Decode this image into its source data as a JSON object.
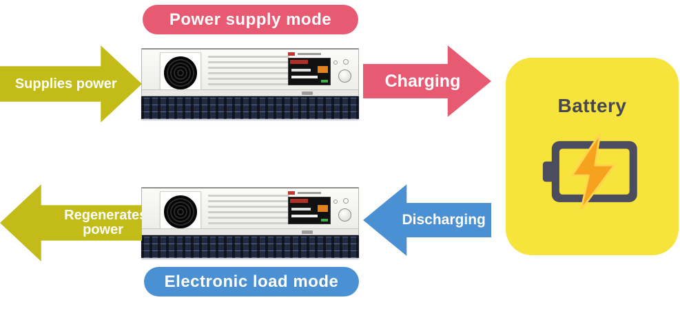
{
  "modes": {
    "power_supply": "Power supply mode",
    "electronic_load": "Electronic load mode"
  },
  "arrows": {
    "supplies_power": "Supplies power",
    "charging": "Charging",
    "discharging": "Discharging",
    "regenerates_line1": "Regenerates",
    "regenerates_line2": "power"
  },
  "battery_label": "Battery",
  "colors": {
    "pink": "#e85a72",
    "olive": "#c2bb18",
    "blue": "#4a90d2",
    "battery_yellow": "#f6e33b",
    "battery_dark": "#4b4c5e",
    "bolt_orange": "#f6a21e",
    "text_dark": "#474754"
  }
}
